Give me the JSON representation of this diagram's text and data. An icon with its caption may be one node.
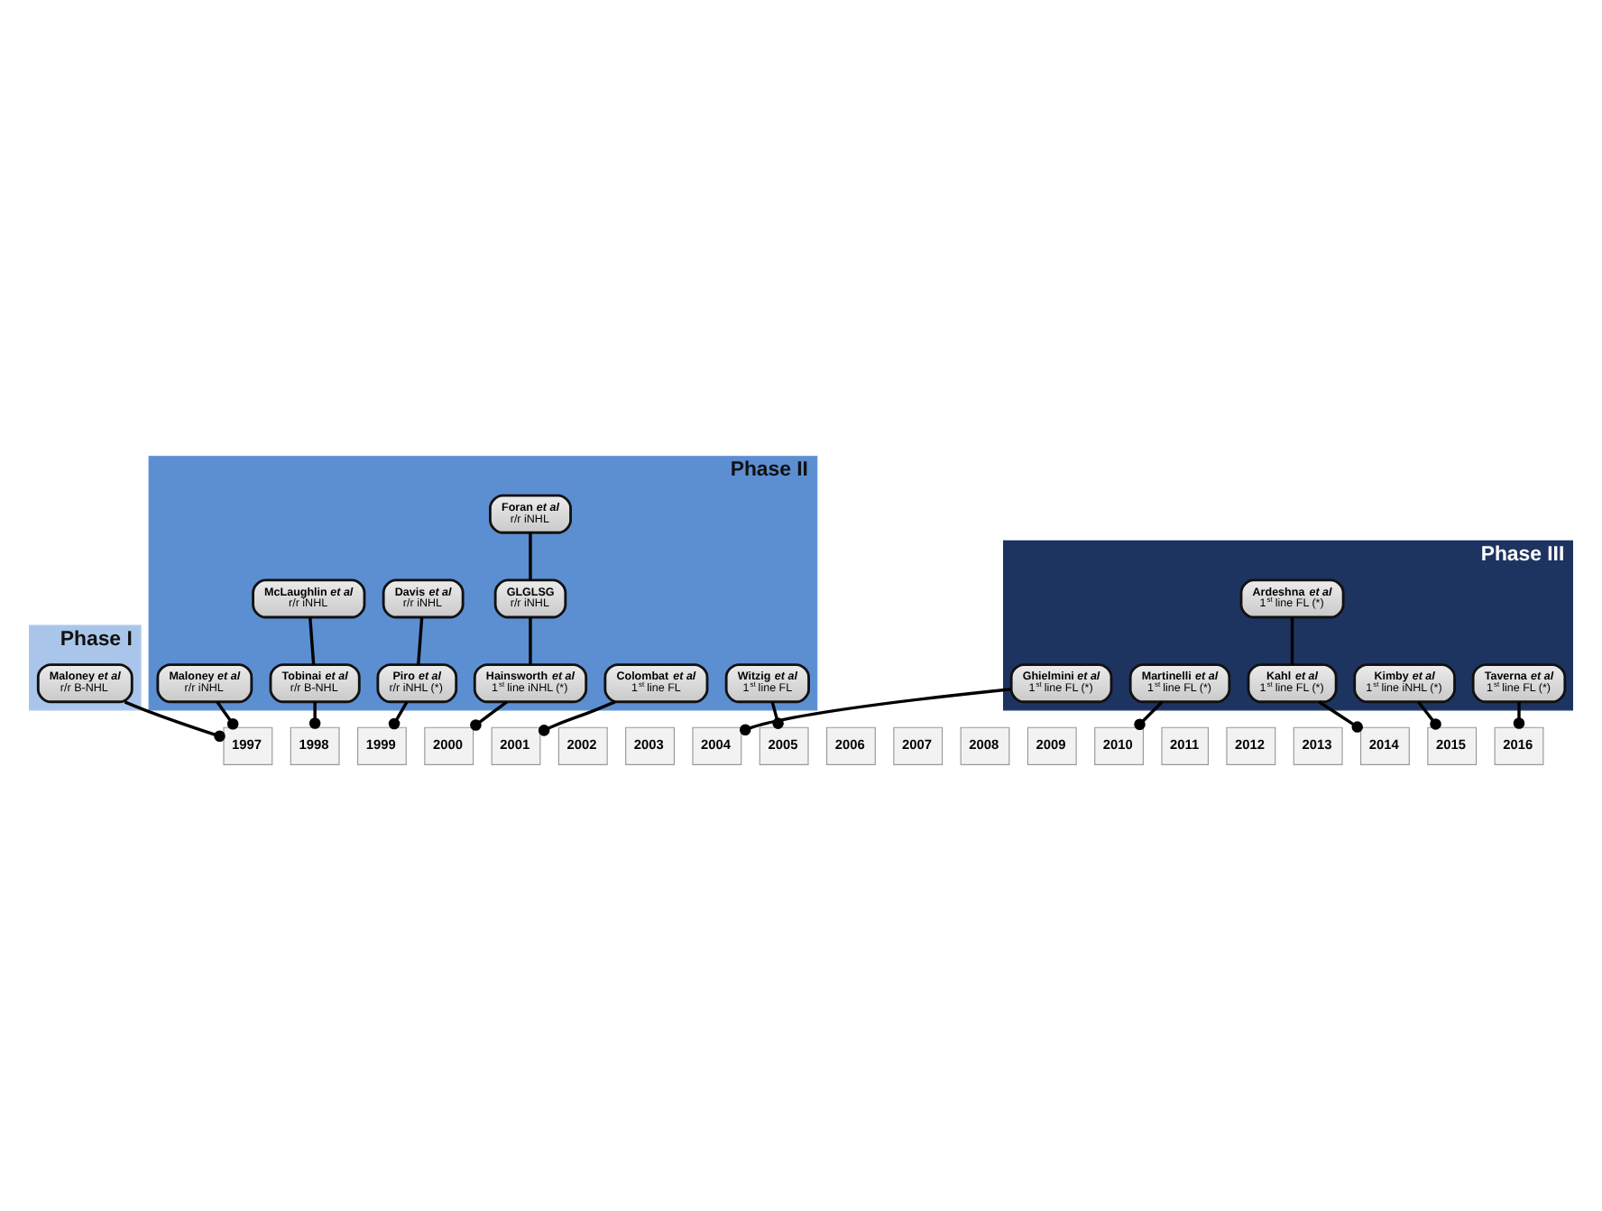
{
  "diagram": {
    "nodes": [
      {
        "text": [
          "Phase I"
        ]
      },
      {
        "text": [
          "Phase II"
        ]
      },
      {
        "text": [
          "Phase III"
        ]
      },
      {
        "text": [
          "Maloney *et al*",
          "r/r B-NHL"
        ],
        "in": 0
      },
      {
        "text": [
          "Maloney *et al*",
          "r/r iNHL"
        ],
        "in": 1
      },
      {
        "text": [
          "McLaughlin *et al*",
          "r/r iNHL"
        ],
        "in": 1
      },
      {
        "text": [
          "Tobinai *et al*",
          "r/r B-NHL"
        ],
        "in": 1
      },
      {
        "text": [
          "Davis *et al*",
          "r/r iNHL"
        ],
        "in": 1
      },
      {
        "text": [
          "Piro *et al*",
          "r/r iNHL (*)"
        ],
        "in": 1
      },
      {
        "text": [
          "Foran *et al*",
          "r/r iNHL"
        ],
        "in": 1
      },
      {
        "text": [
          "GLGLSG",
          "r/r iNHL"
        ],
        "in": 1
      },
      {
        "text": [
          "Hainsworth *et al*",
          "1$^{st}$ line iNHL (*)"
        ],
        "in": 1
      },
      {
        "text": [
          "Colombat *et al*",
          "1$^{st}$ line FL"
        ],
        "in": 1
      },
      {
        "text": [
          "Witzig *et al*",
          "1$^{st}$ line FL"
        ],
        "in": 1
      },
      {
        "text": [
          "Ardeshna *et al*",
          "1$^{st}$ line FL (*)"
        ],
        "in": 2
      },
      {
        "text": [
          "Kahl *et al*",
          "1$^{st}$ line FL (*)"
        ],
        "in": 2
      },
      {
        "text": [
          "Kimby *et al*",
          "1$^{st}$ line iNHL (*)"
        ],
        "in": 2
      },
      {
        "text": [
          "Taverna *et al*",
          "1$^{st}$ line FL (*)"
        ],
        "in": 2
      },
      {
        "text": [
          "Ghielmini *et al*",
          "1$^{st}$ line FL (*)"
        ],
        "in": 2
      },
      {
        "text": [
          "Martinelli *et al*",
          "1$^{st}$ line FL (*)"
        ],
        "in": 2
      },
      {
        "text": [
          "1997"
        ]
      },
      {
        "text": [
          "1998"
        ]
      },
      {
        "text": [
          "1999"
        ]
      },
      {
        "text": [
          "2000"
        ]
      },
      {
        "text": [
          "2001"
        ]
      },
      {
        "text": [
          "2002"
        ]
      },
      {
        "text": [
          "2003"
        ]
      },
      {
        "text": [
          "2004"
        ]
      },
      {
        "text": [
          "2005"
        ]
      },
      {
        "text": [
          "2006"
        ]
      },
      {
        "text": [
          "2007"
        ]
      },
      {
        "text": [
          "2008"
        ]
      },
      {
        "text": [
          "2009"
        ]
      },
      {
        "text": [
          "2010"
        ]
      },
      {
        "text": [
          "2011"
        ]
      },
      {
        "text": [
          "2012"
        ]
      },
      {
        "text": [
          "2013"
        ]
      },
      {
        "text": [
          "2014"
        ]
      },
      {
        "text": [
          "2015"
        ]
      },
      {
        "text": [
          "2016"
        ]
      }
    ],
    "edges": [
      {
        "from": 3,
        "to": 20,
        "arrow": "other"
      },
      {
        "from": 4,
        "to": 20,
        "arrow": "other"
      },
      {
        "from": 5,
        "to": 6,
        "arrow": "none"
      },
      {
        "from": 6,
        "to": 21,
        "arrow": "other"
      },
      {
        "from": 7,
        "to": 8,
        "arrow": "none"
      },
      {
        "from": 8,
        "to": 22,
        "arrow": "other"
      },
      {
        "from": 9,
        "to": 10,
        "arrow": "none"
      },
      {
        "from": 10,
        "to": 11,
        "arrow": "none"
      },
      {
        "from": 11,
        "to": 23,
        "arrow": "other"
      },
      {
        "from": 12,
        "to": 24,
        "arrow": "other"
      },
      {
        "from": 13,
        "to": 28,
        "arrow": "other"
      },
      {
        "from": 18,
        "to": 27,
        "arrow": "other"
      },
      {
        "from": 19,
        "to": 33,
        "arrow": "other"
      },
      {
        "from": 14,
        "to": 15,
        "arrow": "none"
      },
      {
        "from": 15,
        "to": 37,
        "arrow": "other"
      },
      {
        "from": 16,
        "to": 38,
        "arrow": "other"
      },
      {
        "from": 17,
        "to": 39,
        "arrow": "other"
      }
    ]
  }
}
